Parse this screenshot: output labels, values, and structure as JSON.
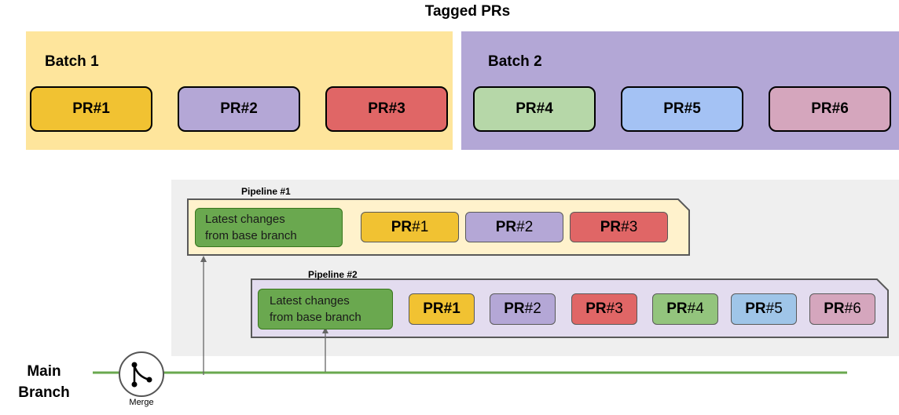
{
  "title": "Tagged PRs",
  "batches": [
    {
      "label": "Batch 1",
      "prs": [
        "PR#1",
        "PR#2",
        "PR#3"
      ]
    },
    {
      "label": "Batch 2",
      "prs": [
        "PR#4",
        "PR#5",
        "PR#6"
      ]
    }
  ],
  "pipelines": [
    {
      "label": "Pipeline #1",
      "latest": [
        "Latest changes",
        "from base branch"
      ],
      "prs": [
        {
          "prefix": "PR",
          "num": "#1"
        },
        {
          "prefix": "PR",
          "num": "#2"
        },
        {
          "prefix": "PR",
          "num": "#3"
        }
      ]
    },
    {
      "label": "Pipeline #2",
      "latest": [
        "Latest changes",
        "from base branch"
      ],
      "prs": [
        {
          "prefix": "PR",
          "num": "#1"
        },
        {
          "prefix": "PR",
          "num": "#2"
        },
        {
          "prefix": "PR",
          "num": "#3"
        },
        {
          "prefix": "PR",
          "num": "#4"
        },
        {
          "prefix": "PR",
          "num": "#5"
        },
        {
          "prefix": "PR",
          "num": "#6"
        }
      ]
    }
  ],
  "main_branch": [
    "Main",
    "Branch"
  ],
  "merge_label": "Merge",
  "colors": {
    "pr1": "#f1c232",
    "pr2": "#b4a7d6",
    "pr3": "#e06666",
    "pr4": "#b6d7a8",
    "pr5": "#a4c2f4",
    "pr6": "#d5a6bd",
    "pr4_small": "#93c47d",
    "pr5_small": "#9fc5e8",
    "latest": "#6aa84f",
    "main_branch_line": "#6aa84f"
  }
}
